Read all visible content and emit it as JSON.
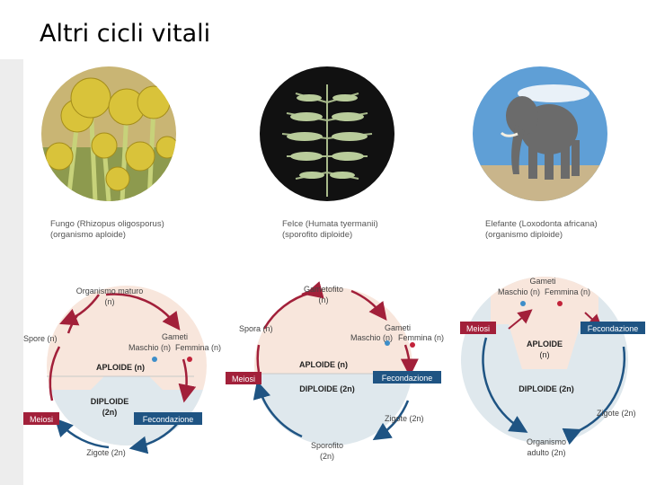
{
  "title": "Altri cicli vitali",
  "colors": {
    "haploid": "#f8e6dc",
    "diploid": "#dfe8ed",
    "red": "#a2203a",
    "blue": "#1f5483",
    "meiosi_box": "#a2203a",
    "fecond_box": "#1f5483"
  },
  "organisms": [
    {
      "caption_line1": "Fungo (Rhizopus oligosporus)",
      "caption_line2": "(organismo aploide)",
      "photo_icon": "fungus-photo"
    },
    {
      "caption_line1": "Felce (Humata tyermanii)",
      "caption_line2": "(sporofito diploide)",
      "photo_icon": "fern-photo"
    },
    {
      "caption_line1": "Elefante (Loxodonta africana)",
      "caption_line2": "(organismo diploide)",
      "photo_icon": "elephant-photo"
    }
  ],
  "cycles": [
    {
      "top_label": "Organismo maturo",
      "top_sub": "(n)",
      "left_label": "Spore (n)",
      "gametes": "Gameti",
      "male": "Maschio (n)",
      "female": "Femmina (n)",
      "haploid": "APLOIDE (n)",
      "diploid": "DIPLOIDE",
      "diploid_sub": "(2n)",
      "meiosi": "Meiosi",
      "fecondazione": "Fecondazione",
      "bottom_label": "Zigote (2n)"
    },
    {
      "top_label": "Gametofito",
      "top_sub": "(n)",
      "left_label": "Spora (n)",
      "gametes": "Gameti",
      "male": "Maschio (n)",
      "female": "Femmina (n)",
      "haploid": "APLOIDE (n)",
      "diploid": "DIPLOIDE (2n)",
      "meiosi": "Meiosi",
      "fecondazione": "Fecondazione",
      "right_label": "Zigote (2n)",
      "bottom_label": "Sporofito",
      "bottom_sub": "(2n)"
    },
    {
      "gametes": "Gameti",
      "male": "Maschio (n)",
      "female": "Femmina (n)",
      "haploid": "APLOIDE",
      "haploid_sub": "(n)",
      "diploid": "DIPLOIDE (2n)",
      "meiosi": "Meiosi",
      "fecondazione": "Fecondazione",
      "right_label": "Zigote (2n)",
      "bottom_label": "Organismo",
      "bottom_sub": "adulto (2n)"
    }
  ]
}
